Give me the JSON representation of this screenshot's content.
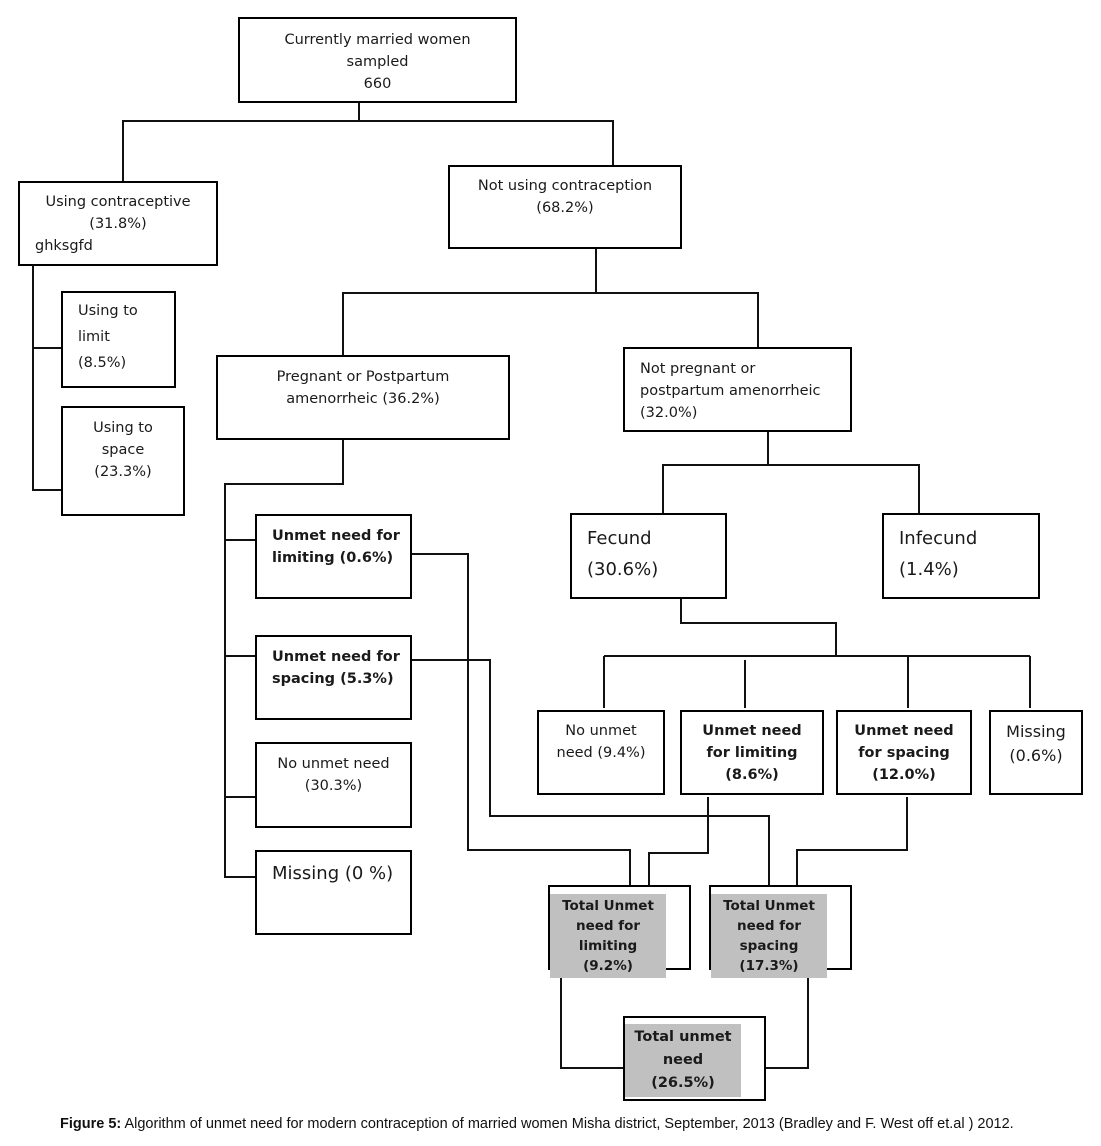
{
  "nodes": {
    "root": "Currently married women\nsampled\n660",
    "using": "Using contraceptive\n(31.8%)",
    "using_extra": "ghksgfd",
    "not_using": "Not using contraception\n(68.2%)",
    "using_limit": "Using to\nlimit\n(8.5%)",
    "using_space": "Using to\nspace\n(23.3%)",
    "pregnant": "Pregnant or Postpartum\namenorrheic (36.2%)",
    "not_pregnant": "Not pregnant or\npostpartum amenorrheic\n(32.0%)",
    "preg_unmet_limit": "Unmet need for\nlimiting (0.6%)",
    "preg_unmet_space": "Unmet need for\nspacing (5.3%)",
    "preg_no_unmet": "No unmet need\n(30.3%)",
    "preg_missing": "Missing (0 %)",
    "fecund": "Fecund\n(30.6%)",
    "infecund": "Infecund\n(1.4%)",
    "fec_no_unmet": "No unmet\nneed (9.4%)",
    "fec_unmet_limit": "Unmet need\nfor limiting\n(8.6%)",
    "fec_unmet_space": "Unmet need\nfor spacing\n(12.0%)",
    "fec_missing": "Missing\n(0.6%)",
    "total_limit": "Total Unmet\nneed for\nlimiting (9.2%)",
    "total_space": "Total Unmet\nneed for\nspacing (17.3%)",
    "total_unmet": "Total unmet\nneed (26.5%)"
  },
  "caption": {
    "label": "Figure 5:",
    "text": " Algorithm of unmet need for modern contraception of married women Misha district, September, 2013 (Bradley and F. West off et.al ) 2012."
  }
}
